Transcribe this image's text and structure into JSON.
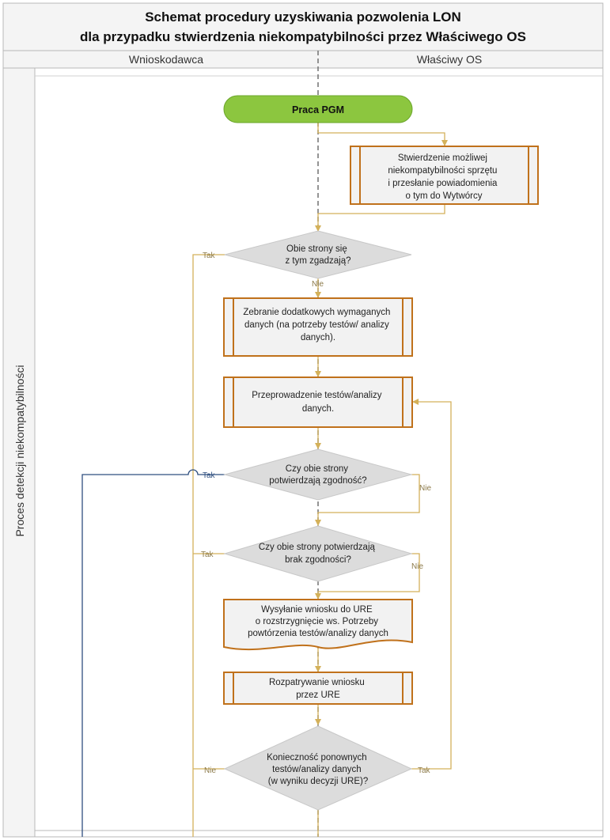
{
  "title": {
    "line1": "Schemat procedury uzyskiwania pozwolenia LON",
    "line2": "dla przypadku stwierdzenia niekompatybilności przez Właściwego OS"
  },
  "lanes": {
    "left": "Wnioskodawca",
    "right": "Właściwy OS"
  },
  "swimlane": "Proces detekcji niekompatybilności",
  "nodes": {
    "start": "Praca PGM",
    "p1": [
      "Stwierdzenie możliwej",
      "niekompatybilności sprzętu",
      "i przesłanie powiadomienia",
      "o tym do Wytwórcy"
    ],
    "d1": [
      "Obie strony się",
      "z tym zgadzają?"
    ],
    "p2": [
      "Zebranie dodatkowych wymaganych",
      "danych (na potrzeby testów/ analizy",
      "danych)."
    ],
    "p3": [
      "Przeprowadzenie testów/analizy",
      "danych."
    ],
    "d2": [
      "Czy obie strony",
      "potwierdzają zgodność?"
    ],
    "d3": [
      "Czy obie strony potwierdzają",
      "brak zgodności?"
    ],
    "doc1": [
      "Wysyłanie wniosku do URE",
      "o rozstrzygnięcie ws. Potrzeby",
      "powtórzenia testów/analizy danych"
    ],
    "p4": [
      "Rozpatrywanie wniosku",
      "przez URE"
    ],
    "d4": [
      "Konieczność ponownych",
      "testów/analizy danych",
      "(w wyniku decyzji URE)?"
    ]
  },
  "labels": {
    "tak": "Tak",
    "nie": "Nie"
  },
  "colors": {
    "start_fill": "#8cc63f",
    "process_border": "#c0711b",
    "node_fill": "#f2f2f2",
    "diamond_fill": "#dcdcdc",
    "arrow": "#d4b15a",
    "blue_line": "#2f4f7f"
  }
}
